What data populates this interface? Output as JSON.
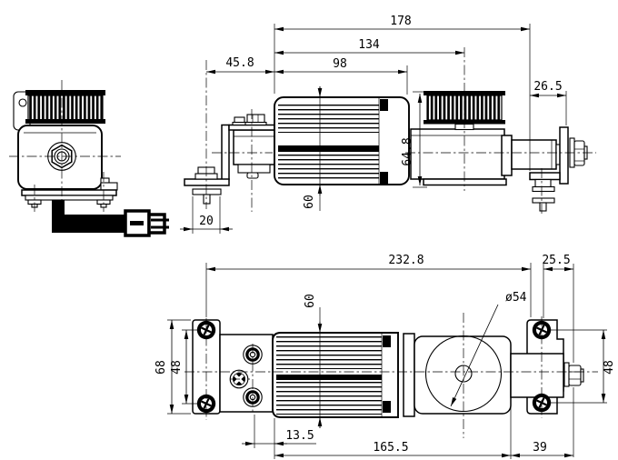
{
  "drawing": {
    "background": "#ffffff",
    "line_color": "#000000",
    "type": "orthographic technical drawing of belt-drive motor operator"
  },
  "views": {
    "side_view": {
      "dims": {
        "overall_length": "178",
        "pulley_center_distance": "134",
        "motor_body_length": "98",
        "left_bracket_offset": "45.8",
        "right_bracket_offset": "26.5",
        "overall_height": "64.8",
        "body_diameter": "60",
        "foot_width": "20"
      }
    },
    "plan_view": {
      "dims": {
        "overall_length": "232.8",
        "shaft_extension": "25.5",
        "body_diameter": "60",
        "pulley_diameter": "ø54",
        "left_plate_length": "68",
        "left_hole_spacing": "48",
        "gearbox_offset": "13.5",
        "mounting_span": "165.5",
        "right_bracket_width": "39",
        "right_hole_spacing": "48"
      }
    }
  }
}
